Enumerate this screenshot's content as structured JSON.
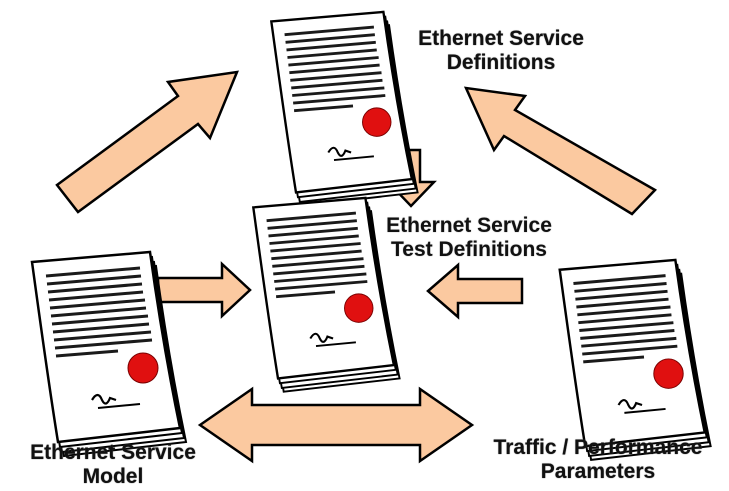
{
  "labels": {
    "definitions": [
      "Ethernet Service",
      "Definitions"
    ],
    "test_definitions": [
      "Ethernet Service",
      "Test Definitions"
    ],
    "model": [
      "Ethernet Service",
      "Model"
    ],
    "traffic": [
      "Traffic / Performance",
      "Parameters"
    ]
  },
  "colors": {
    "arrow_fill": "#fbc9a0",
    "arrow_stroke": "#000000",
    "paper": "#ffffff",
    "text_lines": "#1a1a1a",
    "seal": "#e01010",
    "label_text": "#111111"
  },
  "icons": {
    "document_stack": "document-stack-icon",
    "seal": "red-seal-icon"
  }
}
